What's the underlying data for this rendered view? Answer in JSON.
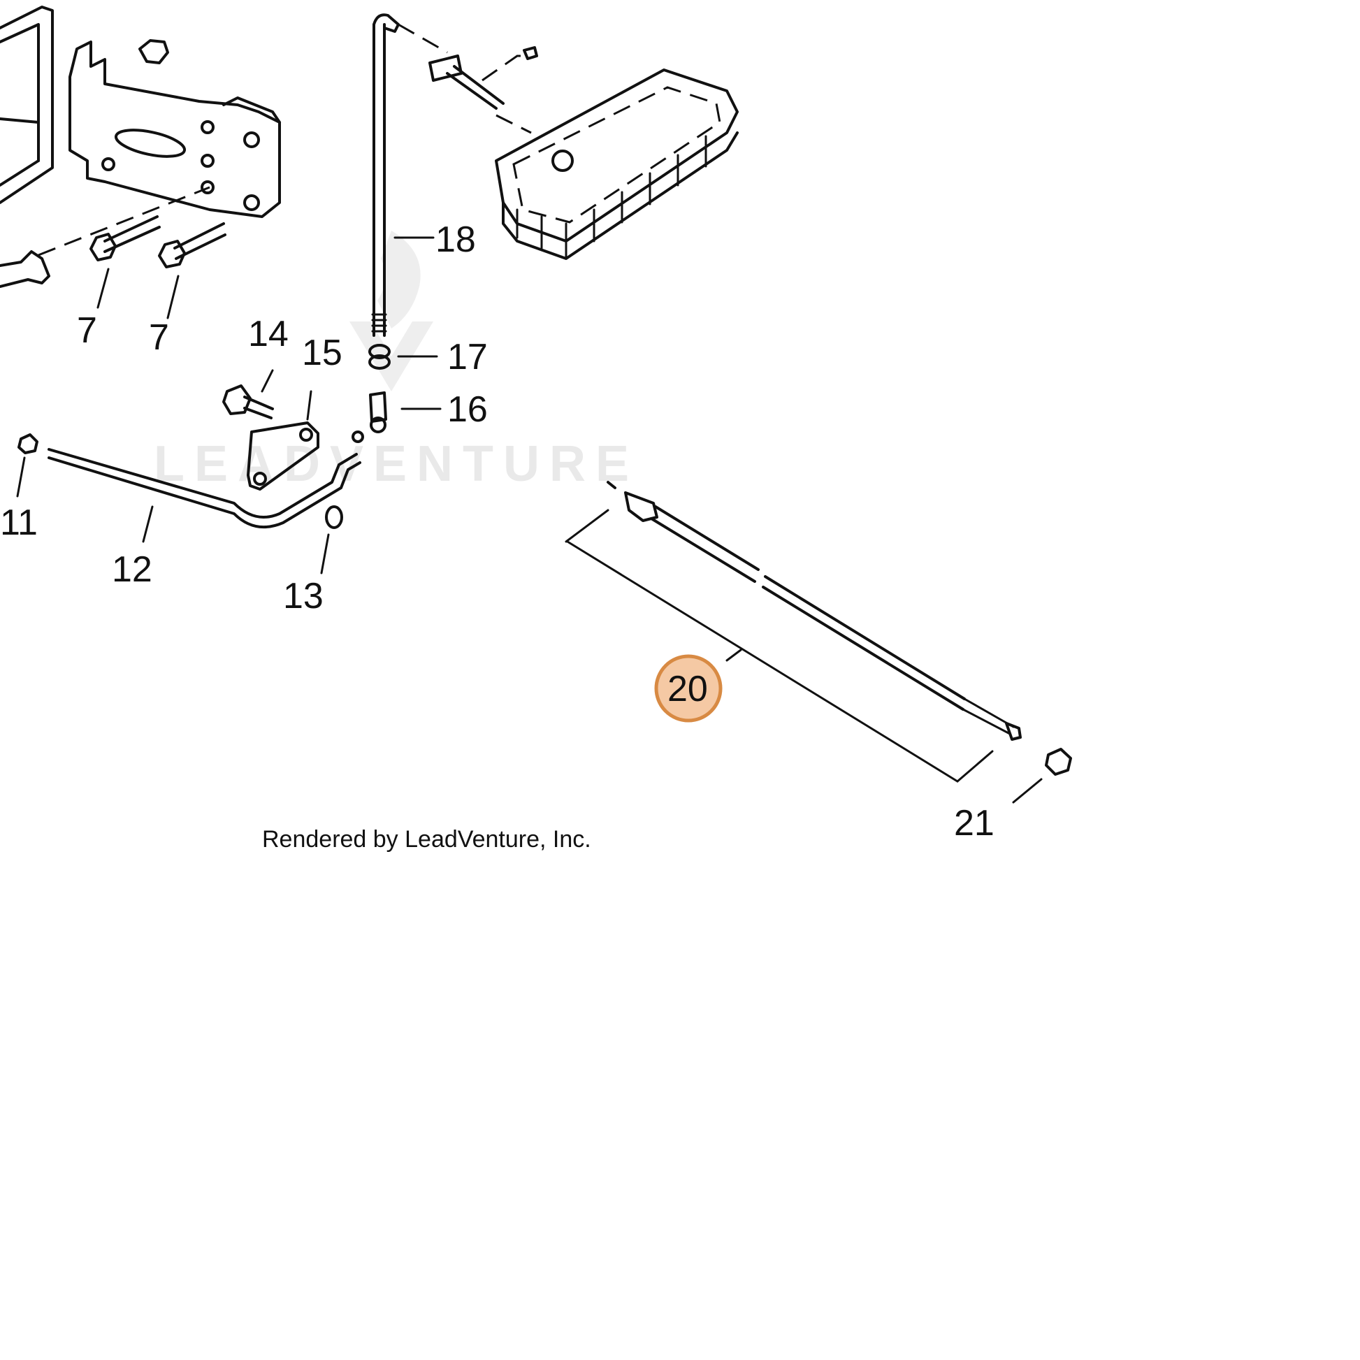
{
  "diagram": {
    "watermark": "LEADVENTURE",
    "credit": "Rendered by LeadVenture, Inc.",
    "highlight_color": "#f5c9a4",
    "highlight_border": "#d88a43",
    "labels": {
      "p7a": "7",
      "p7b": "7",
      "p11": "11",
      "p12": "12",
      "p13": "13",
      "p14": "14",
      "p15": "15",
      "p16": "16",
      "p17": "17",
      "p18": "18",
      "p20": "20",
      "p21": "21"
    }
  }
}
